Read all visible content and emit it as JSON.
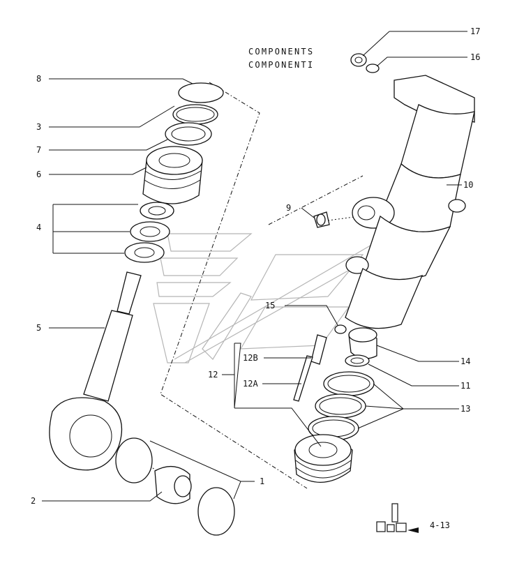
{
  "title": {
    "line1": "COMPONENTS",
    "line2": "COMPONENTI"
  },
  "labels": {
    "l17": "17",
    "l16": "16",
    "l8": "8",
    "l3": "3",
    "l7": "7",
    "l6": "6",
    "l4": "4",
    "l5": "5",
    "l9": "9",
    "l10": "10",
    "l15": "15",
    "l12B": "12B",
    "l12": "12",
    "l12A": "12A",
    "l14": "14",
    "l11": "11",
    "l13": "13",
    "l1": "1",
    "l2": "2"
  },
  "page_number": "4-13"
}
